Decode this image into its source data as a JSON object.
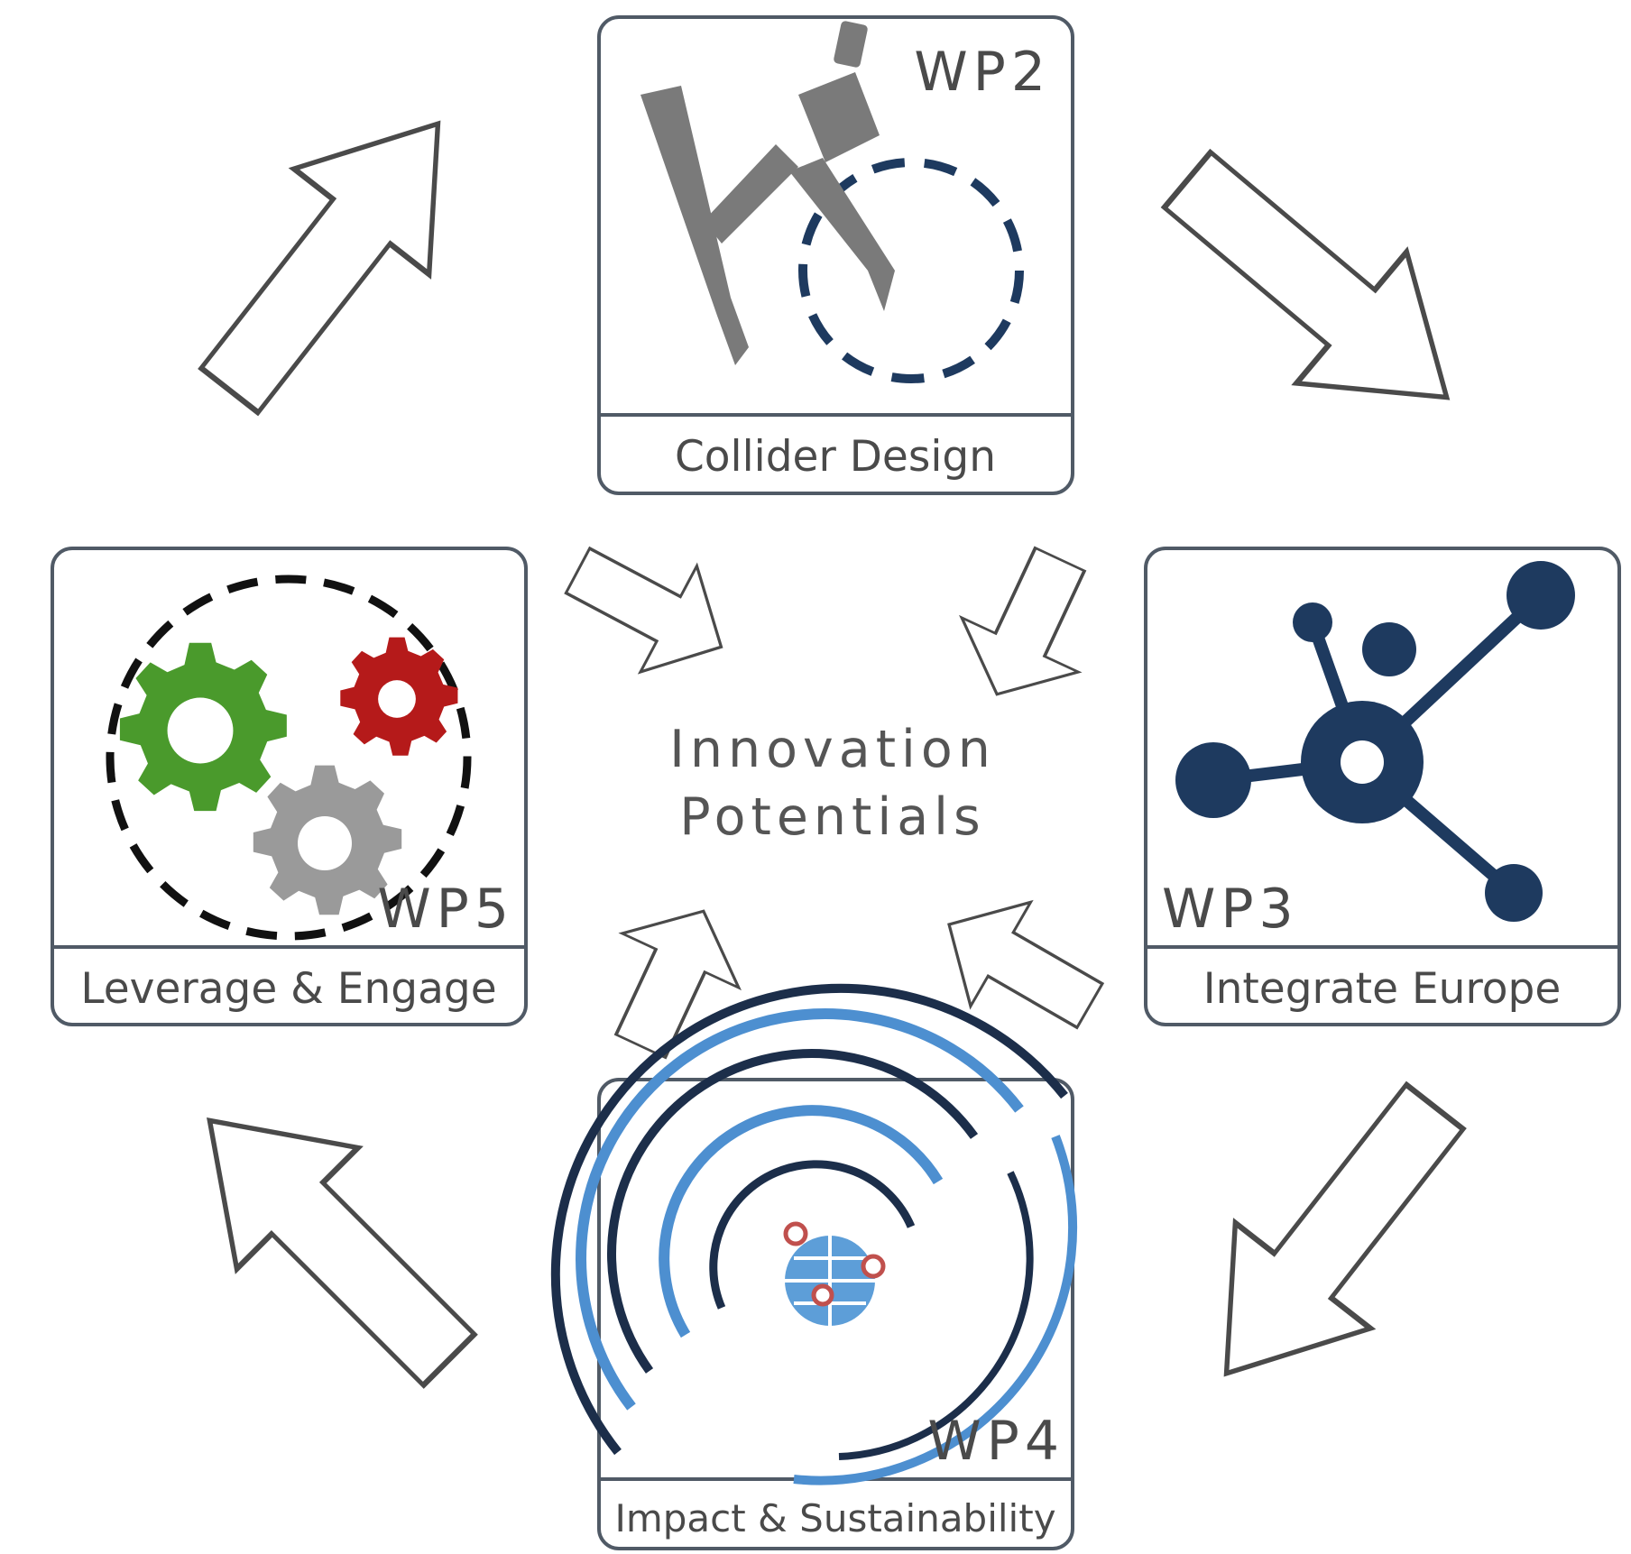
{
  "center": {
    "line1": "Innovation",
    "line2": "Potentials"
  },
  "work_packages": [
    {
      "code": "WP2",
      "title": "Collider Design",
      "icon": "compass-icon"
    },
    {
      "code": "WP3",
      "title": "Integrate Europe",
      "icon": "network-icon"
    },
    {
      "code": "WP4",
      "title": "Impact & Sustainability",
      "icon": "globe-ripple-icon"
    },
    {
      "code": "WP5",
      "title": "Leverage & Engage",
      "icon": "gears-icon"
    }
  ],
  "colors": {
    "navy": "#1e3a5f",
    "gray_icon": "#7a7a7a",
    "gear_green": "#4a9a2c",
    "gear_red": "#b51a1a",
    "gear_gray": "#9a9a9a",
    "ripple_light": "#4d8fd0",
    "ripple_dark": "#1c2e4a"
  }
}
